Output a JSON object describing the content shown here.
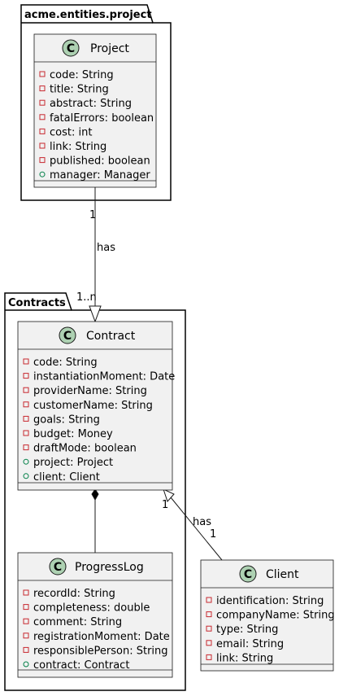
{
  "packages": {
    "entities": {
      "title": "acme.entities.project"
    },
    "contracts": {
      "title": "Contracts"
    }
  },
  "classes": {
    "project": {
      "name": "Project",
      "stereotype_letter": "C",
      "attributes": [
        {
          "visibility": "private",
          "text": "code: String"
        },
        {
          "visibility": "private",
          "text": "title: String"
        },
        {
          "visibility": "private",
          "text": "abstract: String"
        },
        {
          "visibility": "private",
          "text": "fatalErrors: boolean"
        },
        {
          "visibility": "private",
          "text": "cost: int"
        },
        {
          "visibility": "private",
          "text": "link: String"
        },
        {
          "visibility": "private",
          "text": "published: boolean"
        },
        {
          "visibility": "public",
          "text": "manager: Manager"
        }
      ]
    },
    "contract": {
      "name": "Contract",
      "stereotype_letter": "C",
      "attributes": [
        {
          "visibility": "private",
          "text": "code: String"
        },
        {
          "visibility": "private",
          "text": "instantiationMoment: Date"
        },
        {
          "visibility": "private",
          "text": "providerName: String"
        },
        {
          "visibility": "private",
          "text": "customerName: String"
        },
        {
          "visibility": "private",
          "text": "goals: String"
        },
        {
          "visibility": "private",
          "text": "budget: Money"
        },
        {
          "visibility": "private",
          "text": "draftMode: boolean"
        },
        {
          "visibility": "public",
          "text": "project: Project"
        },
        {
          "visibility": "public",
          "text": "client: Client"
        }
      ]
    },
    "progresslog": {
      "name": "ProgressLog",
      "stereotype_letter": "C",
      "attributes": [
        {
          "visibility": "private",
          "text": "recordId: String"
        },
        {
          "visibility": "private",
          "text": "completeness: double"
        },
        {
          "visibility": "private",
          "text": "comment: String"
        },
        {
          "visibility": "private",
          "text": "registrationMoment: Date"
        },
        {
          "visibility": "private",
          "text": "responsiblePerson: String"
        },
        {
          "visibility": "public",
          "text": "contract: Contract"
        }
      ]
    },
    "client": {
      "name": "Client",
      "stereotype_letter": "C",
      "attributes": [
        {
          "visibility": "private",
          "text": "identification: String"
        },
        {
          "visibility": "private",
          "text": "companyName: String"
        },
        {
          "visibility": "private",
          "text": "type: String"
        },
        {
          "visibility": "private",
          "text": "email: String"
        },
        {
          "visibility": "private",
          "text": "link: String"
        }
      ]
    }
  },
  "relations": {
    "project_contract": {
      "label": "has",
      "source_mult": "1",
      "target_mult": "1..n"
    },
    "contract_client": {
      "label": "has",
      "source_mult": "1",
      "target_mult": "1"
    }
  }
}
